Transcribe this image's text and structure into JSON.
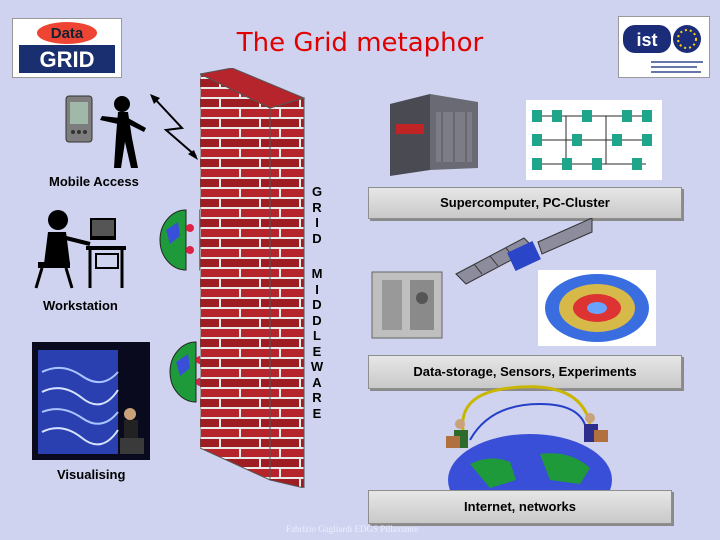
{
  "title": "The Grid metaphor",
  "logos": {
    "left_top": "Data",
    "left_bottom": "GRID",
    "right": "ist"
  },
  "labels": {
    "mobile": "Mobile Access",
    "workstation": "Workstation",
    "visualising": "Visualising"
  },
  "wall": {
    "word1": [
      "G",
      "R",
      "I",
      "D"
    ],
    "word2": [
      "M",
      "I",
      "D",
      "D",
      "L",
      "E",
      "W",
      "A",
      "R",
      "E"
    ]
  },
  "boxes": {
    "compute": "Supercomputer, PC-Cluster",
    "storage": "Data-storage, Sensors, Experiments",
    "network": "Internet, networks"
  },
  "footer": "Fabrizio Gagliardi EDGS Pillaxsmte",
  "colors": {
    "background": "#cfd3ef",
    "title": "#e00000",
    "brick": "#b5252b",
    "mortar": "#e9e9e9",
    "globe_ocean": "#3a4fd8",
    "globe_land": "#1f9a3a"
  }
}
